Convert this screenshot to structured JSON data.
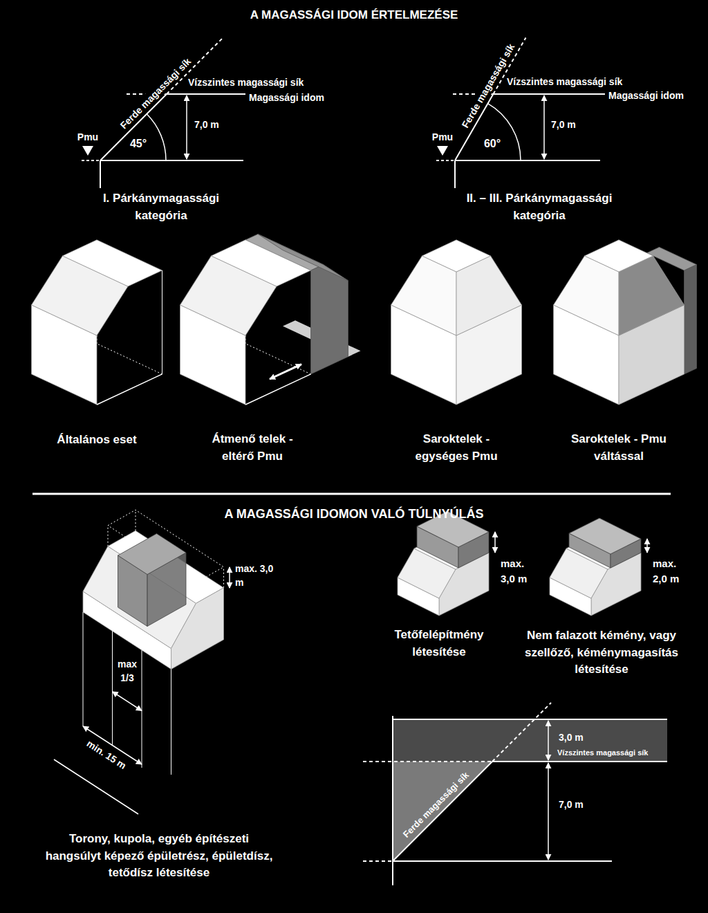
{
  "diagram": {
    "title": "A MAGASSÁGI IDOM ÉRTELMEZÉSE",
    "labels": [
      "Ferde magassági sík",
      "Vízszintes magassági sík",
      "Magassági idom",
      "Pmu",
      "45°",
      "7,0 m",
      "I. Párkánymagassági kategória",
      "Ferde magassági sík",
      "Vízszintes magassági sík",
      "Magassági idom",
      "Pmu",
      "60°",
      "7,0 m",
      "II. – III. Párkánymagassági kategória",
      "Általános eset",
      "Átmenő telek - eltérő Pmu",
      "Saroktelek - egységes Pmu",
      "Saroktelek - Pmu váltással",
      "A MAGASSÁGI IDOMON VALÓ TÚLNYÚLÁS",
      "max. 3,0 m",
      "max 1/3",
      "min. 15 m",
      "Torony, kupola, egyéb építészeti hangsúlyt képező épületrész, épületdísz, tetődísz létesítése",
      "max. 3,0 m",
      "max. 2,0 m",
      "Tetőfelépítmény létesítése",
      "Nem falazott kémény, vagy szellőző, kéménymagasítás létesítése",
      "3,0 m",
      "Vízszintes magassági sík",
      "Ferde magassági sík",
      "7,0 m"
    ]
  }
}
